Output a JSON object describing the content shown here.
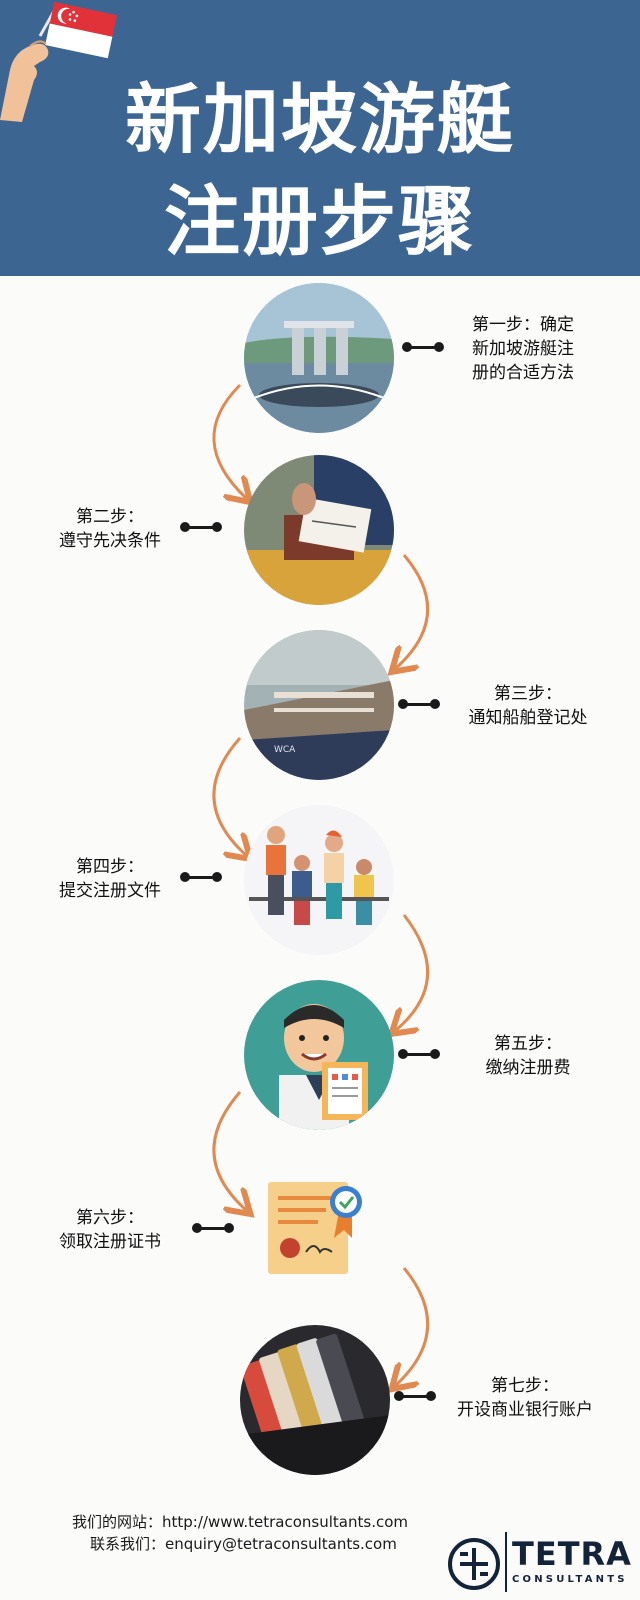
{
  "header": {
    "title_line1": "新加坡游艇",
    "title_line2": "注册步骤",
    "background_color": "#3c6691"
  },
  "steps": [
    {
      "label_lines": [
        "第一步：确定",
        "新加坡游艇注",
        "册的合适方法"
      ],
      "image": "marina-bay-sands-photo"
    },
    {
      "label_lines": [
        "第二步：",
        "遵守先决条件"
      ],
      "image": "document-envelope-photo"
    },
    {
      "label_lines": [
        "第三步：",
        "通知船舶登记处"
      ],
      "image": "ship-photo"
    },
    {
      "label_lines": [
        "第四步：",
        "提交注册文件"
      ],
      "image": "team-people-illustration"
    },
    {
      "label_lines": [
        "第五步：",
        "缴纳注册费"
      ],
      "image": "businessman-clipboard-illustration"
    },
    {
      "label_lines": [
        "第六步：",
        "领取注册证书"
      ],
      "image": "certificate-icon"
    },
    {
      "label_lines": [
        "第七步：",
        "开设商业银行账户"
      ],
      "image": "credit-cards-wallet-photo"
    }
  ],
  "footer": {
    "website_line": "我们的网站：http://www.tetraconsultants.com",
    "contact_line": "联系我们：enquiry@tetraconsultants.com"
  },
  "logo": {
    "name": "TETRA",
    "sub": "CONSULTANTS"
  },
  "colors": {
    "arrow": "#e08a52",
    "connector": "#1a1a1a",
    "logo": "#13233a"
  }
}
